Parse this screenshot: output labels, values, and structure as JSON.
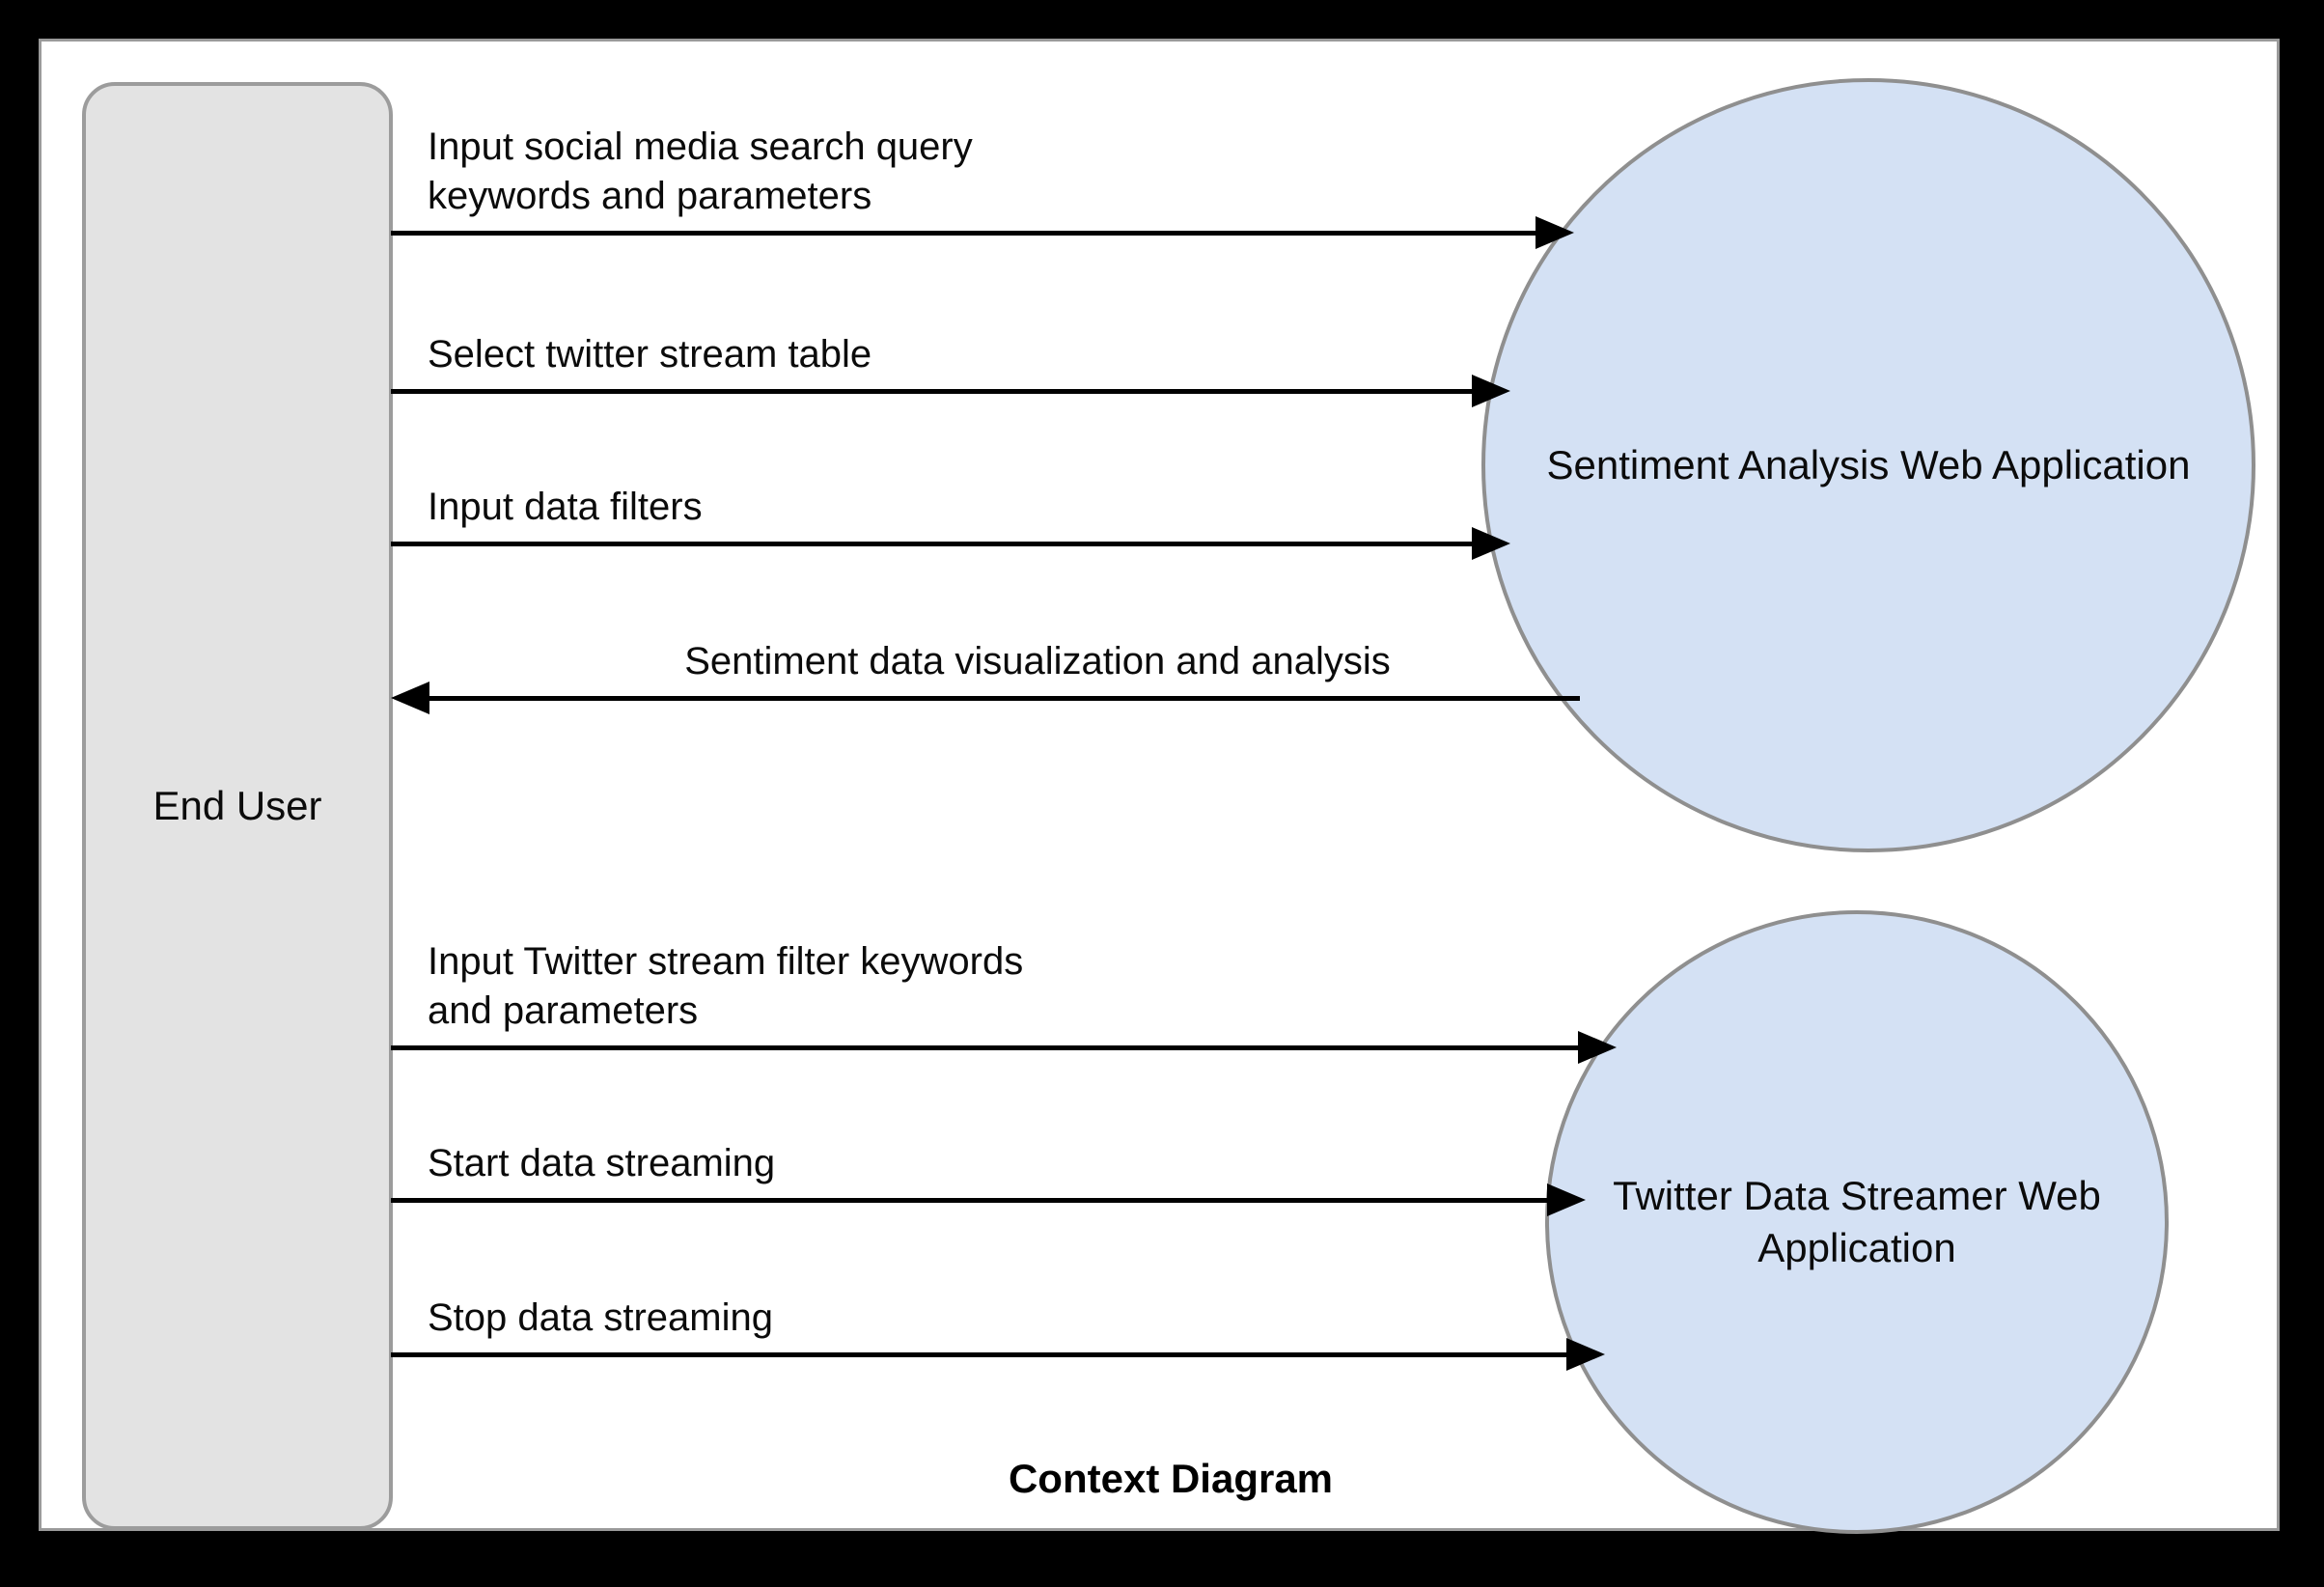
{
  "diagram": {
    "caption": "Context Diagram",
    "colors": {
      "frame": "#000000",
      "canvas": "#ffffff",
      "canvas_border": "#9a9a9a",
      "entity_fill": "#e3e3e3",
      "entity_border": "#9c9c9c",
      "process_fill": "#d4e1f4",
      "process_border": "#8f8f8f",
      "arrow": "#000000",
      "text": "#0b0b0b"
    },
    "external_entity": {
      "name": "end-user",
      "label": "End User"
    },
    "processes": [
      {
        "name": "sentiment-analysis-web-application",
        "label": "Sentiment\nAnalysis Web\nApplication"
      },
      {
        "name": "twitter-data-streamer-web-application",
        "label": "Twitter Data\nStreamer Web\nApplication"
      }
    ],
    "flows": [
      {
        "name": "flow-input-search-query",
        "label": "Input social media search query\nkeywords and parameters",
        "from": "End User",
        "to": "Sentiment Analysis Web Application",
        "direction": "right"
      },
      {
        "name": "flow-select-stream-table",
        "label": "Select twitter stream table",
        "from": "End User",
        "to": "Sentiment Analysis Web Application",
        "direction": "right"
      },
      {
        "name": "flow-input-data-filters",
        "label": "Input data filters",
        "from": "End User",
        "to": "Sentiment Analysis Web Application",
        "direction": "right"
      },
      {
        "name": "flow-sentiment-visualization",
        "label": "Sentiment data visualization and analysis",
        "from": "Sentiment Analysis Web Application",
        "to": "End User",
        "direction": "left"
      },
      {
        "name": "flow-input-stream-filter-keywords",
        "label": "Input Twitter stream filter keywords\nand parameters",
        "from": "End User",
        "to": "Twitter Data Streamer Web Application",
        "direction": "right"
      },
      {
        "name": "flow-start-data-streaming",
        "label": "Start data streaming",
        "from": "End User",
        "to": "Twitter Data Streamer Web Application",
        "direction": "right"
      },
      {
        "name": "flow-stop-data-streaming",
        "label": "Stop data streaming",
        "from": "End User",
        "to": "Twitter Data Streamer Web Application",
        "direction": "right"
      }
    ]
  }
}
